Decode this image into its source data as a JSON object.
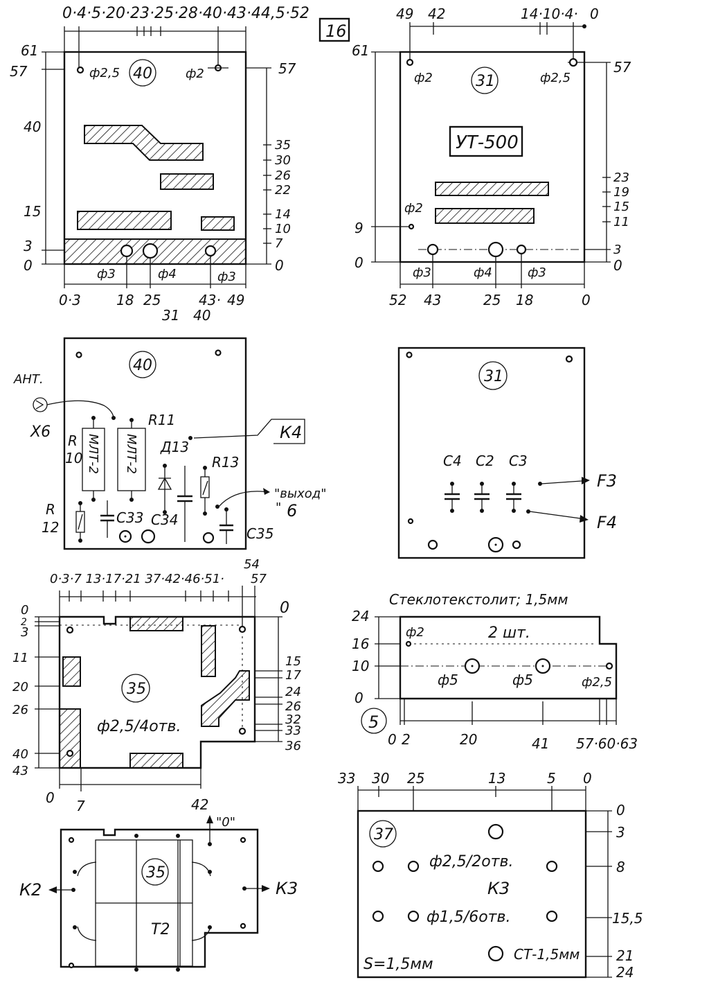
{
  "sheet_number": "16",
  "board40_top": {
    "badge": "40",
    "top_scale": "0·4·5·20·23·25·28·40·43·44,5·52",
    "left_ticks": [
      "61",
      "57",
      "40",
      "15",
      "3",
      "0"
    ],
    "right_ticks": [
      "57",
      "35",
      "30",
      "26",
      "22",
      "14",
      "10",
      "7",
      "0"
    ],
    "hole_labels": [
      "ф2,5",
      "ф2",
      "ф3",
      "ф4",
      "ф3"
    ],
    "bottom_scale": [
      "0·3",
      "18",
      "25",
      "43·",
      "49"
    ],
    "bottom_scale_row2": [
      "31",
      "40"
    ]
  },
  "board31_top": {
    "badge": "31",
    "title": "УТ-500",
    "top_scale": [
      "49",
      "42",
      "14·10·4·",
      "0"
    ],
    "left_ticks": [
      "61",
      "9",
      "0"
    ],
    "right_ticks": [
      "57",
      "23",
      "19",
      "15",
      "11",
      "3",
      "0"
    ],
    "hole_labels": [
      "ф2",
      "ф2,5",
      "ф2",
      "ф3",
      "ф4",
      "ф3"
    ],
    "bottom_scale": [
      "52",
      "43",
      "25",
      "18",
      "0"
    ]
  },
  "board40_components": {
    "badge": "40",
    "ant_label": "АНТ.",
    "connector": "Х6",
    "r10": [
      "R",
      "10"
    ],
    "r12": [
      "R",
      "12"
    ],
    "mlt1": "МЛТ-2",
    "mlt2": "МЛТ-2",
    "r11": "R11",
    "d13": "Д13",
    "r13": "R13",
    "k4": "К4",
    "c33": "С33",
    "c34": "С34",
    "c35": "С35",
    "output": "\"выход\"",
    "output_quote": "\"",
    "output_num": "6"
  },
  "board31_components": {
    "badge": "31",
    "caps": [
      "С4",
      "С2",
      "С3"
    ],
    "f3": "F3",
    "f4": "F4"
  },
  "board35_top": {
    "badge": "35",
    "top_scale": "0·3·7   13·17·21          37·42·46·51·",
    "top_right": [
      "54",
      "57"
    ],
    "right_zero": "0",
    "left_ticks": [
      "0",
      "2",
      "3",
      "11",
      "20",
      "26",
      "40",
      "43"
    ],
    "right_ticks": [
      "15",
      "17",
      "24",
      "26",
      "32",
      "33",
      "36"
    ],
    "holes_label": "ф2,5/4отв.",
    "bottom_scale": [
      "0",
      "7",
      "42"
    ]
  },
  "board5": {
    "badge": "5",
    "material": "Стеклотекстолит; 1,5мм",
    "qty": "2 шт.",
    "left_ticks": [
      "24",
      "16",
      "10",
      "0"
    ],
    "hole_labels": [
      "ф2",
      "ф5",
      "ф5",
      "ф2,5"
    ],
    "bottom_scale": [
      "0",
      "2",
      "20",
      "41",
      "57·60·63"
    ]
  },
  "board37": {
    "badge": "37",
    "top_scale": [
      "33",
      "30",
      "25",
      "13",
      "5",
      "0"
    ],
    "right_ticks": [
      "0",
      "3",
      "8",
      "15,5",
      "21",
      "24"
    ],
    "holes1": "ф2,5/2отв.",
    "k3": "К3",
    "holes2": "ф1,5/6отв.",
    "thickness": "S=1,5мм",
    "material": "СТ-1,5мм"
  },
  "board35_components": {
    "badge": "35",
    "k2": "К2",
    "k3": "К3",
    "t2": "Т2",
    "zero": "\"0\""
  }
}
